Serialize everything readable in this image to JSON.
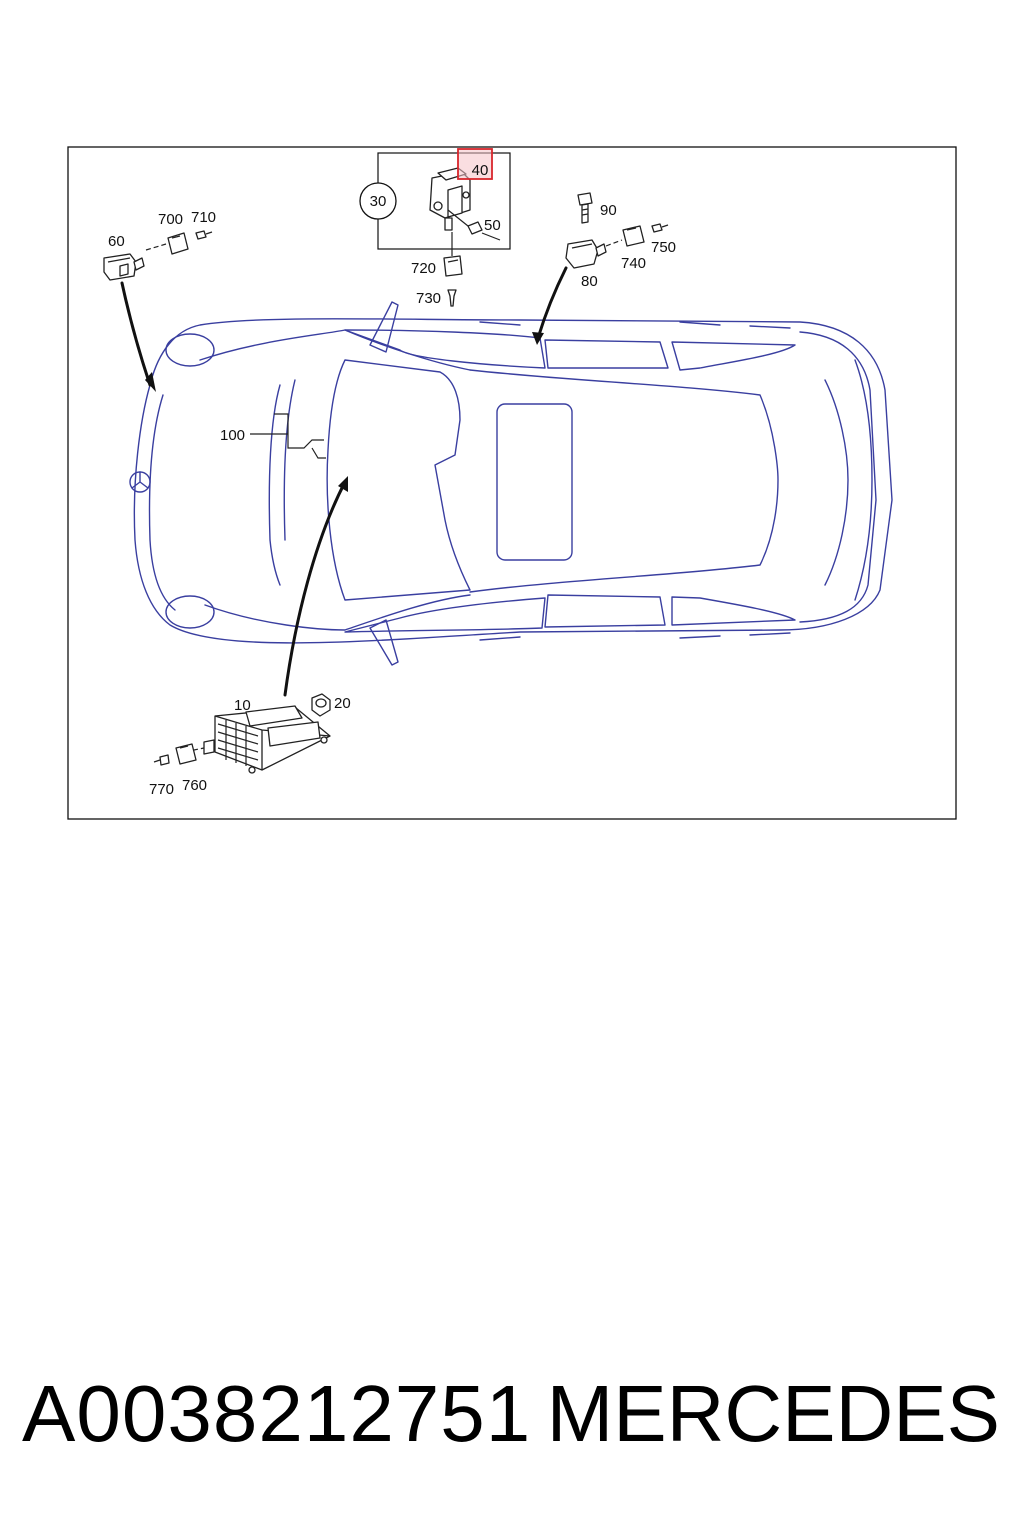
{
  "diagram": {
    "callouts": {
      "c10": "10",
      "c20": "20",
      "c30": "30",
      "c40": "40",
      "c50": "50",
      "c60": "60",
      "c80": "80",
      "c90": "90",
      "c100": "100",
      "c700": "700",
      "c710": "710",
      "c720": "720",
      "c730": "730",
      "c740": "740",
      "c750": "750",
      "c760": "760",
      "c770": "770"
    },
    "highlighted_callout": "40",
    "highlight_color": "#d9262c",
    "line_color": "#3a3fa0"
  },
  "footer": {
    "part_number": "A0038212751",
    "brand": "MERCEDES"
  }
}
